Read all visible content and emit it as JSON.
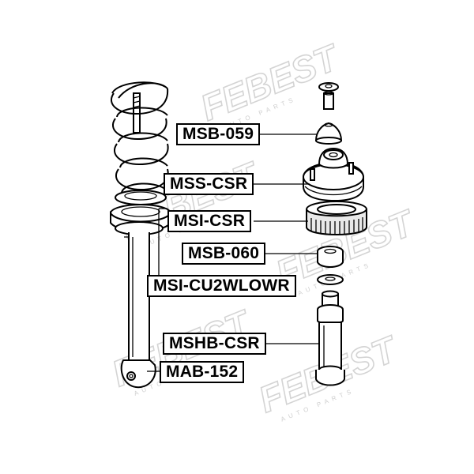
{
  "watermark": {
    "brand": "FEBEST",
    "sub": "AUTO PARTS"
  },
  "parts": [
    {
      "id": "msb-059",
      "label": "MSB-059"
    },
    {
      "id": "mss-csr",
      "label": "MSS-CSR"
    },
    {
      "id": "msi-csr",
      "label": "MSI-CSR"
    },
    {
      "id": "msb-060",
      "label": "MSB-060"
    },
    {
      "id": "msi-cu2wlowr",
      "label": "MSI-CU2WLOWR"
    },
    {
      "id": "mshb-csr",
      "label": "MSHB-CSR"
    },
    {
      "id": "mab-152",
      "label": "MAB-152"
    }
  ]
}
